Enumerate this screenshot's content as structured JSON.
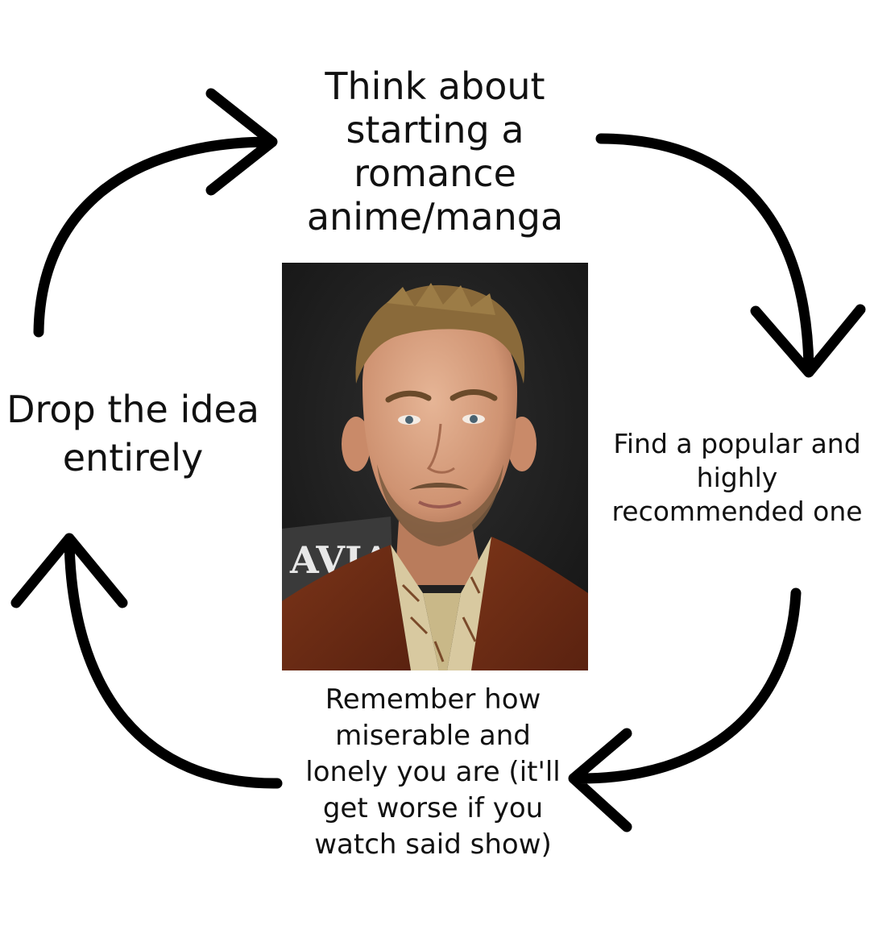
{
  "cycle": {
    "steps": [
      {
        "id": "top",
        "text": "Think about\nstarting a\nromance\nanime/manga"
      },
      {
        "id": "right",
        "text": "Find a popular and\nhighly\nrecommended one"
      },
      {
        "id": "bottom",
        "text": "Remember how\nmiserable and\nlonely you are (it'll\nget worse if you\nwatch said show)"
      },
      {
        "id": "left",
        "text": "Drop the idea\nentirely"
      }
    ]
  },
  "photo": {
    "sign_text": "AVIA"
  }
}
